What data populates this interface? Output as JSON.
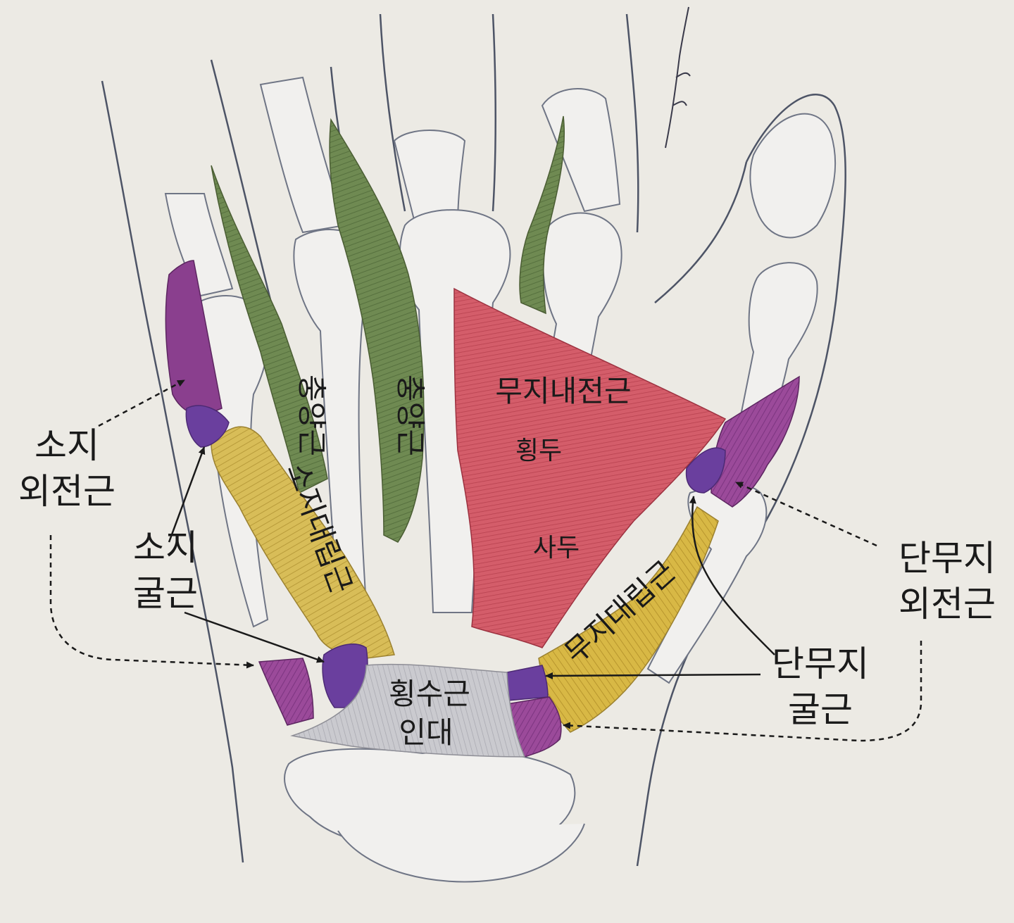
{
  "labels": {
    "abductor_digiti_minimi": [
      "소지",
      "외전근"
    ],
    "flexor_digiti_minimi": [
      "소지",
      "굴근"
    ],
    "abductor_pollicis_brevis": [
      "단무지",
      "외전근"
    ],
    "flexor_pollicis_brevis": [
      "단무지",
      "굴근"
    ],
    "lumbrical_1": "충양근",
    "lumbrical_2": "충양근",
    "opponens_digiti_minimi": "소지대립근",
    "opponens_pollicis": "무지대립근",
    "adductor_pollicis": "무지내전근",
    "transverse_head": "횡두",
    "oblique_head": "사두",
    "transverse_carpal_ligament": [
      "횡수근",
      "인대"
    ]
  },
  "colors": {
    "background": "#eceae4",
    "lumbrical": "#6f8a52",
    "opponens": "#d8bd58",
    "adductor": "#d45d6a",
    "abductor": "#8a3f8e",
    "flexor": "#6a3f9e",
    "ligament": "#c9c9cd"
  }
}
